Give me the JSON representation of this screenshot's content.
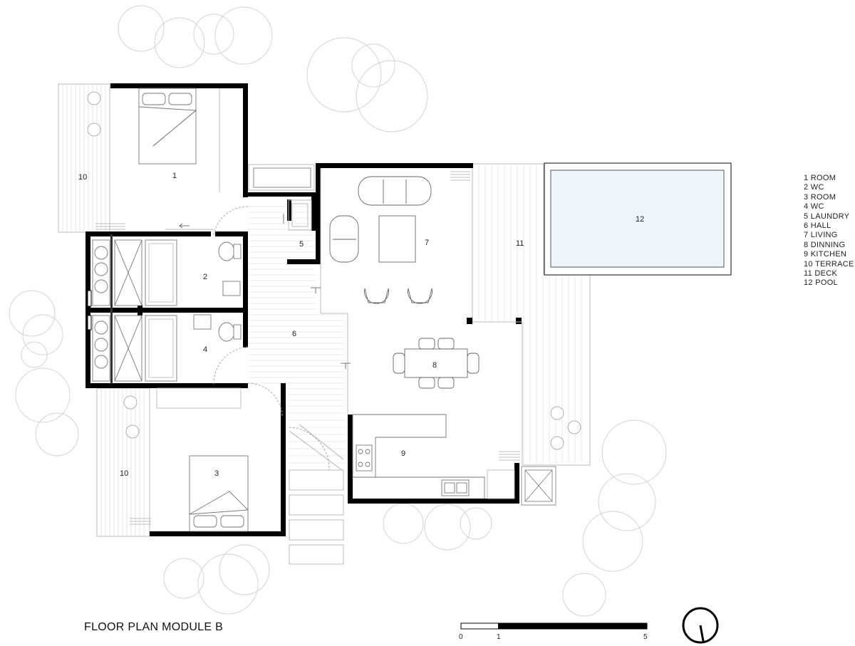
{
  "title": "FLOOR PLAN MODULE B",
  "legend": [
    {
      "num": "1",
      "name": "ROOM"
    },
    {
      "num": "2",
      "name": "WC"
    },
    {
      "num": "3",
      "name": "ROOM"
    },
    {
      "num": "4",
      "name": "WC"
    },
    {
      "num": "5",
      "name": "LAUNDRY"
    },
    {
      "num": "6",
      "name": "HALL"
    },
    {
      "num": "7",
      "name": "LIVING"
    },
    {
      "num": "8",
      "name": "DINNING"
    },
    {
      "num": "9",
      "name": "KITCHEN"
    },
    {
      "num": "10",
      "name": "TERRACE"
    },
    {
      "num": "11",
      "name": "DECK"
    },
    {
      "num": "12",
      "name": "POOL"
    }
  ],
  "rooms": {
    "room_1": "1",
    "wc_2": "2",
    "room_3": "3",
    "wc_4": "4",
    "laundry_5": "5",
    "hall_6": "6",
    "living_7": "7",
    "dinning_8": "8",
    "kitchen_9": "9",
    "terrace_top": "10",
    "terrace_bottom": "10",
    "deck_11": "11",
    "pool_12": "12"
  },
  "scale_bar": {
    "start": "0",
    "mid": "1",
    "end": "5"
  },
  "icons": {
    "north_arrow": "north-arrow-icon"
  },
  "colors": {
    "wall": "#000000",
    "pool_water": "#eef6fb",
    "line": "#bbbbbb",
    "tree": "#d0d0d0"
  }
}
